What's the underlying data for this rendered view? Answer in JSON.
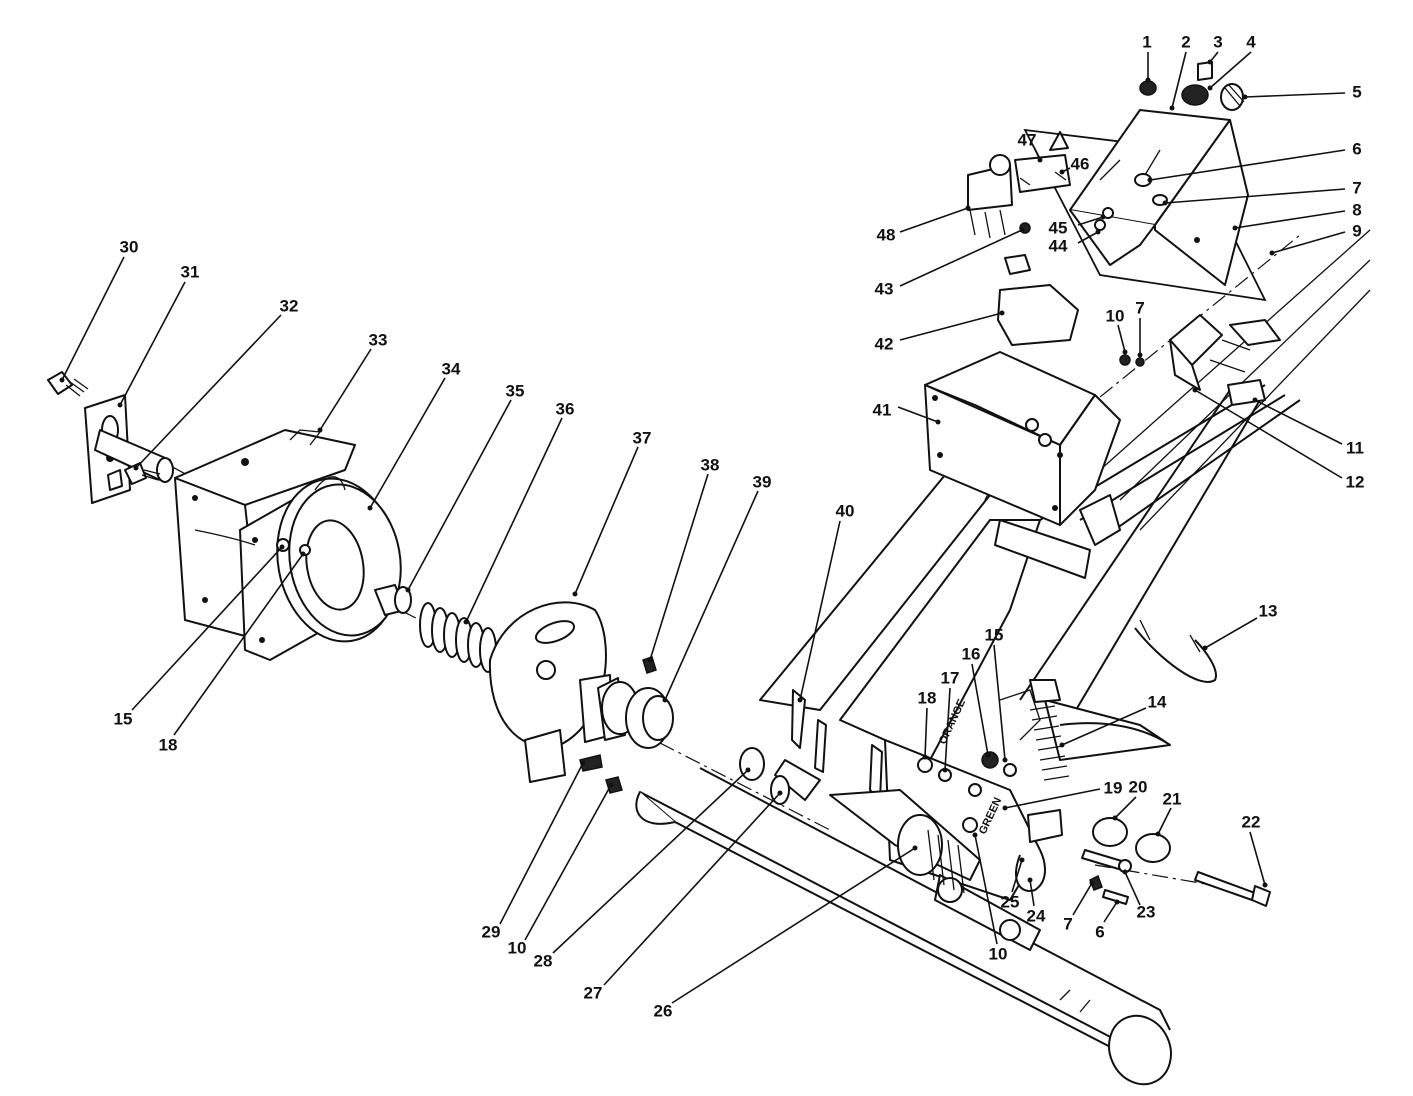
{
  "callouts": [
    {
      "id": "c1",
      "label": "1"
    },
    {
      "id": "c2",
      "label": "2"
    },
    {
      "id": "c3",
      "label": "3"
    },
    {
      "id": "c4",
      "label": "4"
    },
    {
      "id": "c5",
      "label": "5"
    },
    {
      "id": "c6",
      "label": "6"
    },
    {
      "id": "c7a",
      "label": "7"
    },
    {
      "id": "c8",
      "label": "8"
    },
    {
      "id": "c9",
      "label": "9"
    },
    {
      "id": "c10a",
      "label": "10"
    },
    {
      "id": "c7b",
      "label": "7"
    },
    {
      "id": "c11",
      "label": "11"
    },
    {
      "id": "c12",
      "label": "12"
    },
    {
      "id": "c13",
      "label": "13"
    },
    {
      "id": "c14",
      "label": "14"
    },
    {
      "id": "c15a",
      "label": "15"
    },
    {
      "id": "c16",
      "label": "16"
    },
    {
      "id": "c17",
      "label": "17"
    },
    {
      "id": "c18a",
      "label": "18"
    },
    {
      "id": "c19",
      "label": "19"
    },
    {
      "id": "c20",
      "label": "20"
    },
    {
      "id": "c21",
      "label": "21"
    },
    {
      "id": "c22",
      "label": "22"
    },
    {
      "id": "c23",
      "label": "23"
    },
    {
      "id": "c6b",
      "label": "6"
    },
    {
      "id": "c7c",
      "label": "7"
    },
    {
      "id": "c24",
      "label": "24"
    },
    {
      "id": "c25",
      "label": "25"
    },
    {
      "id": "c10b",
      "label": "10"
    },
    {
      "id": "c26",
      "label": "26"
    },
    {
      "id": "c27",
      "label": "27"
    },
    {
      "id": "c28",
      "label": "28"
    },
    {
      "id": "c10c",
      "label": "10"
    },
    {
      "id": "c29",
      "label": "29"
    },
    {
      "id": "c18b",
      "label": "18"
    },
    {
      "id": "c15b",
      "label": "15"
    },
    {
      "id": "c30",
      "label": "30"
    },
    {
      "id": "c31",
      "label": "31"
    },
    {
      "id": "c32",
      "label": "32"
    },
    {
      "id": "c33",
      "label": "33"
    },
    {
      "id": "c34",
      "label": "34"
    },
    {
      "id": "c35",
      "label": "35"
    },
    {
      "id": "c36",
      "label": "36"
    },
    {
      "id": "c37",
      "label": "37"
    },
    {
      "id": "c38",
      "label": "38"
    },
    {
      "id": "c39",
      "label": "39"
    },
    {
      "id": "c40",
      "label": "40"
    },
    {
      "id": "c41",
      "label": "41"
    },
    {
      "id": "c42",
      "label": "42"
    },
    {
      "id": "c43",
      "label": "43"
    },
    {
      "id": "c44",
      "label": "44"
    },
    {
      "id": "c45",
      "label": "45"
    },
    {
      "id": "c46",
      "label": "46"
    },
    {
      "id": "c47",
      "label": "47"
    },
    {
      "id": "c48",
      "label": "48"
    }
  ],
  "stamps": {
    "orange": "ORANGE",
    "green": "GREEN"
  }
}
